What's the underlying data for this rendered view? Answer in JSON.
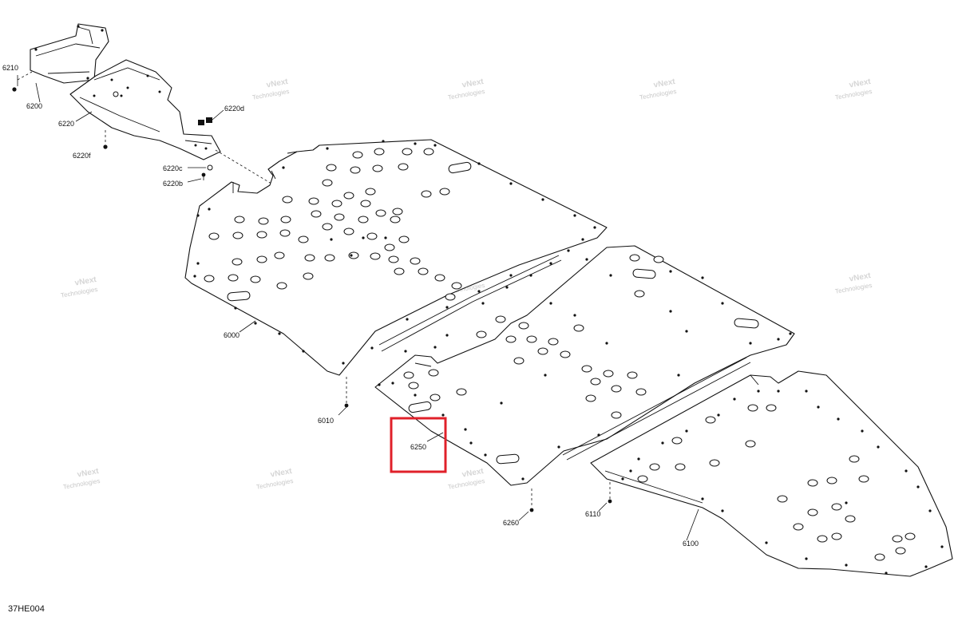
{
  "watermark": {
    "line1": "vNext",
    "line2": "Technologies"
  },
  "callouts": {
    "c6210": "6210",
    "c6200": "6200",
    "c6220": "6220",
    "c6220d": "6220d",
    "c6220f": "6220f",
    "c6220c": "6220c",
    "c6220b": "6220b",
    "c6000": "6000",
    "c6010": "6010",
    "c6250": "6250",
    "c6260": "6260",
    "c6110": "6110",
    "c6100": "6100"
  },
  "figure_id": "37HE004",
  "highlight_color": "#e0202a"
}
